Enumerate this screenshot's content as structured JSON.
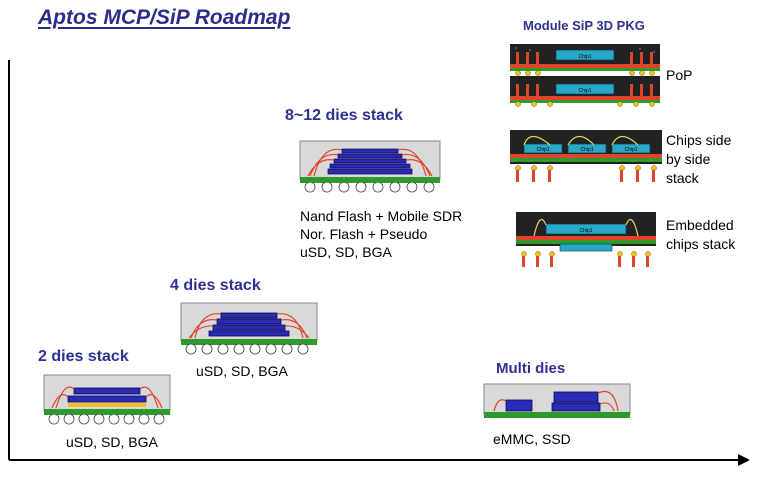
{
  "title": "Aptos MCP/SiP Roadmap",
  "stages": {
    "two": {
      "label": "2 dies stack",
      "desc": [
        "uSD, SD, BGA"
      ]
    },
    "four": {
      "label": "4 dies stack",
      "desc": [
        "uSD, SD, BGA"
      ]
    },
    "twelve": {
      "label": "8~12 dies stack",
      "desc": [
        "Nand Flash + Mobile SDR",
        "Nor. Flash + Pseudo",
        "uSD, SD, BGA"
      ]
    },
    "multi": {
      "label": "Multi dies",
      "desc": [
        "eMMC, SSD"
      ]
    }
  },
  "module": {
    "title": "Module SiP 3D PKG",
    "pop": "PoP",
    "side_by_side": [
      "Chips side",
      "by side",
      "stack"
    ],
    "embedded": [
      "Embedded",
      "chips stack"
    ],
    "chip_label": "Chip1"
  },
  "colors": {
    "accent": "#2f3192",
    "substrate": "#2e9a2e",
    "die": "#2a2ab8",
    "wire": "#e0452a",
    "mold": "#d9d9d9"
  }
}
